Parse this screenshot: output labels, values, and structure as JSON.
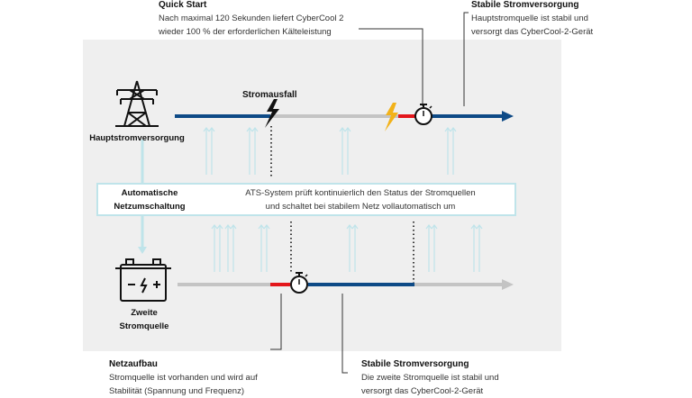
{
  "quick_start": {
    "title": "Quick Start",
    "line1": "Nach maximal 120 Sekunden liefert CyberCool 2",
    "line2": "wieder 100 % der erforderlichen Kälteleistung"
  },
  "stable_top": {
    "title": "Stabile Stromversorgung",
    "line1": "Hauptstromquelle ist stabil und",
    "line2": "versorgt das CyberCool-2-Gerät"
  },
  "main_source": {
    "label": "Hauptstromversorgung",
    "icon": "power-pylon-icon"
  },
  "outage": {
    "label": "Stromausfall",
    "icon": "lightning-icon"
  },
  "ats": {
    "label_line1": "Automatische",
    "label_line2": "Netzumschaltung",
    "text_line1": "ATS-System prüft kontinuierlich den Status der Stromquellen",
    "text_line2": "und schaltet bei stabilem Netz vollautomatisch um"
  },
  "second_source": {
    "label_line1": "Zweite",
    "label_line2": "Stromquelle",
    "icon": "battery-icon"
  },
  "netzaufbau": {
    "title": "Netzaufbau",
    "line1": "Stromquelle ist vorhanden und wird auf",
    "line2": "Stabilität (Spannung und Frequenz)"
  },
  "stable_bottom": {
    "title": "Stabile Stromversorgung",
    "line1": "Die zweite Stromquelle ist stabil und",
    "line2": "versorgt das CyberCool-2-Gerät"
  },
  "colors": {
    "stable_blue": "#0e4a86",
    "outage_gray": "#c4c4c4",
    "warning_red": "#e3161b",
    "restore_yellow": "#f2b21a",
    "flow_cyan": "#bfe4ea"
  }
}
